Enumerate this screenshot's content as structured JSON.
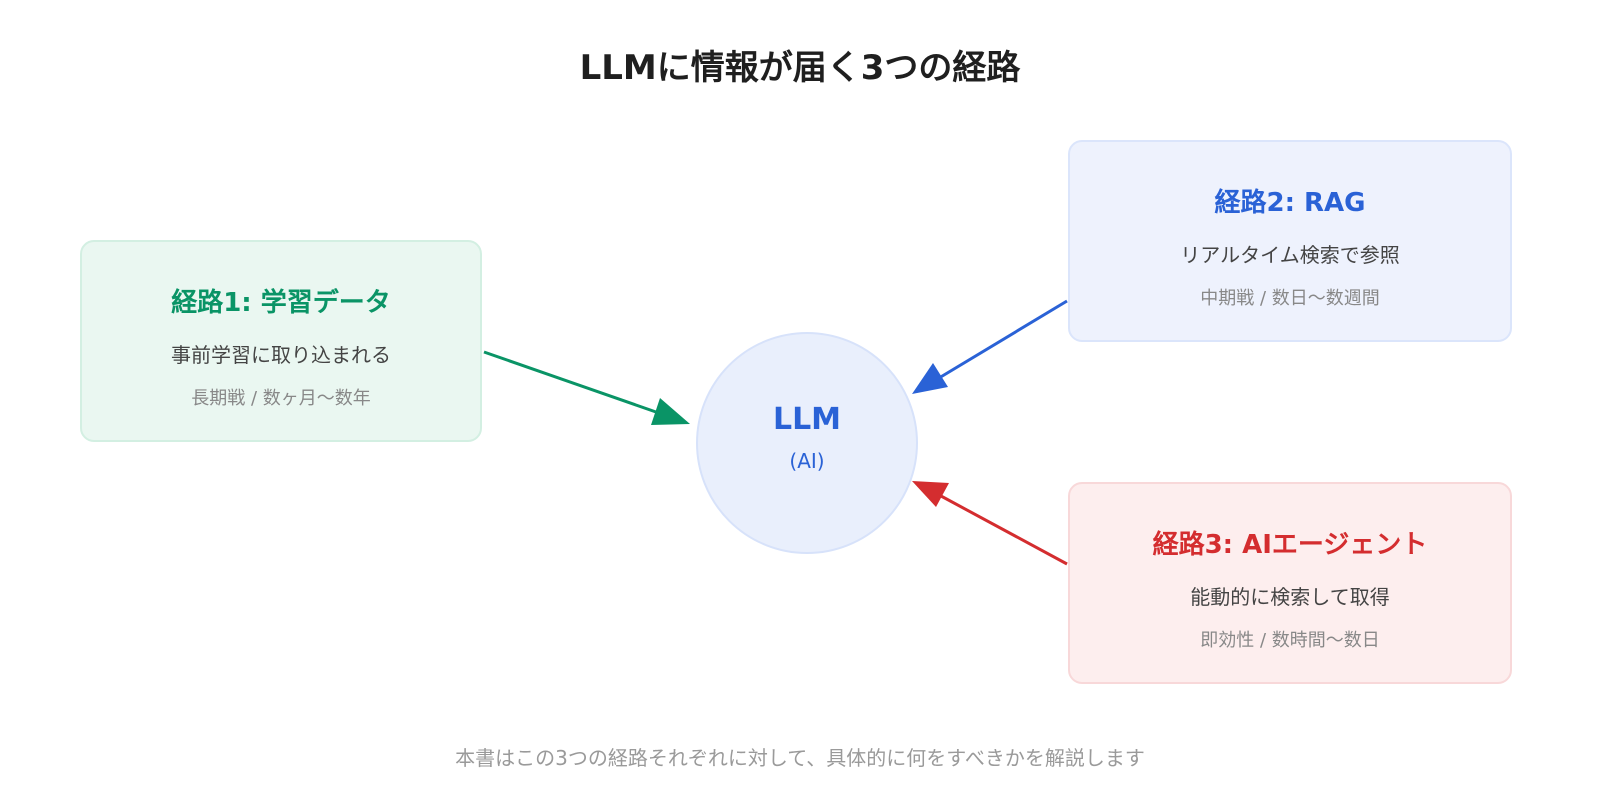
{
  "title": "LLMに情報が届く3つの経路",
  "center": {
    "label": "LLM",
    "sublabel": "(AI)"
  },
  "routes": [
    {
      "heading": "経路1: 学習データ",
      "description": "事前学習に取り込まれる",
      "timeframe": "長期戦 / 数ヶ月〜数年",
      "color": "#0a9466"
    },
    {
      "heading": "経路2: RAG",
      "description": "リアルタイム検索で参照",
      "timeframe": "中期戦 / 数日〜数週間",
      "color": "#2a62d6"
    },
    {
      "heading": "経路3: AIエージェント",
      "description": "能動的に検索して取得",
      "timeframe": "即効性 / 数時間〜数日",
      "color": "#d42d2f"
    }
  ],
  "footer": "本書はこの3つの経路それぞれに対して、具体的に何をすべきかを解説します"
}
